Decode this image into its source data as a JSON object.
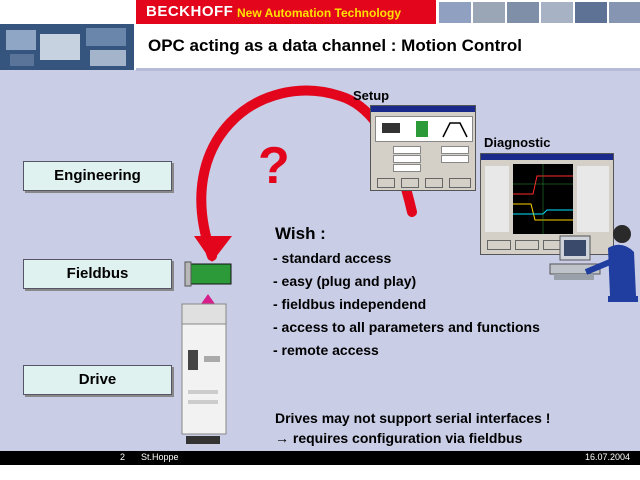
{
  "header": {
    "brand": "BECKHOFF",
    "tagline": "New Automation Technology"
  },
  "title": "OPC acting as a data channel : Motion Control",
  "left_labels": [
    "Engineering",
    "Fieldbus",
    "Drive"
  ],
  "setup_label": "Setup",
  "diagnostic_label": "Diagnostic",
  "question_mark": "?",
  "wish": {
    "title": "Wish :",
    "items": [
      "- standard access",
      "- easy (plug and play)",
      "- fieldbus independend",
      "- access to all parameters and functions",
      "- remote access"
    ]
  },
  "note": {
    "line1": "Drives may not support serial interfaces !",
    "line2": "→ requires configuration via fieldbus"
  },
  "footer": {
    "page": "2",
    "author": "St.Hoppe",
    "date": "16.07.2004"
  },
  "colors": {
    "brand_red": "#e3051b",
    "tagline_yellow": "#ffe200",
    "background": "#c9cde6",
    "arrow_red": "#e3051b",
    "card_green": "#2d9a3a"
  }
}
